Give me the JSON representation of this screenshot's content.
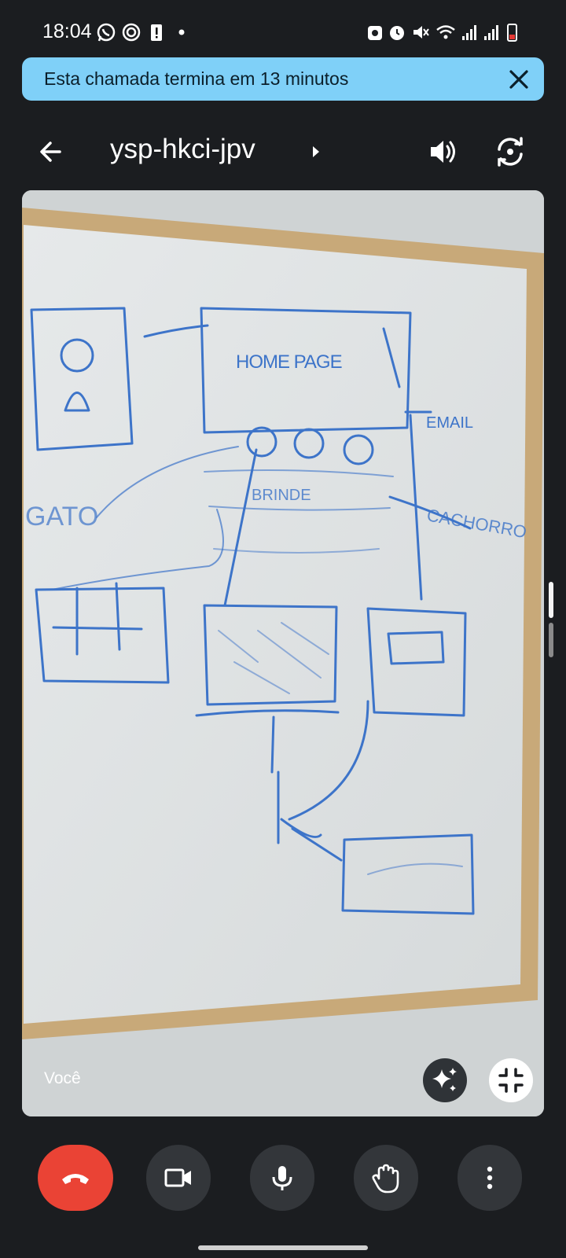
{
  "status_bar": {
    "time": "18:04",
    "left_icons": [
      "whatsapp-icon",
      "at-sign-icon",
      "battery-alert-icon",
      "dot-icon"
    ],
    "right_icons": [
      "battery-saver-icon",
      "alarm-icon",
      "mute-icon",
      "wifi-icon",
      "signal-icon",
      "signal-icon",
      "battery-low-icon"
    ]
  },
  "banner": {
    "text": "Esta chamada termina em 13 minutos",
    "close_icon": "close-icon"
  },
  "header": {
    "meeting_code": "ysp-hkci-jpv",
    "back_icon": "arrow-back-icon",
    "audio_icon": "speaker-icon",
    "flip_icon": "switch-camera-icon"
  },
  "video_tile": {
    "self_label": "Você",
    "effects_icon": "sparkle-icon",
    "minimize_icon": "minimize-icon",
    "whiteboard_text": [
      "HOME PAGE",
      "GATO",
      "BRINDE",
      "CACHORRO",
      "EMAIL"
    ]
  },
  "controls": {
    "end_call_icon": "hang-up-icon",
    "camera_icon": "videocam-icon",
    "mic_icon": "mic-icon",
    "hand_icon": "raise-hand-icon",
    "more_icon": "more-vert-icon"
  },
  "colors": {
    "banner_bg": "#7fd0f8",
    "end_call": "#ea4335",
    "control_bg": "#33363a",
    "app_bg": "#1b1d20",
    "marker_blue": "#3d74c9"
  }
}
